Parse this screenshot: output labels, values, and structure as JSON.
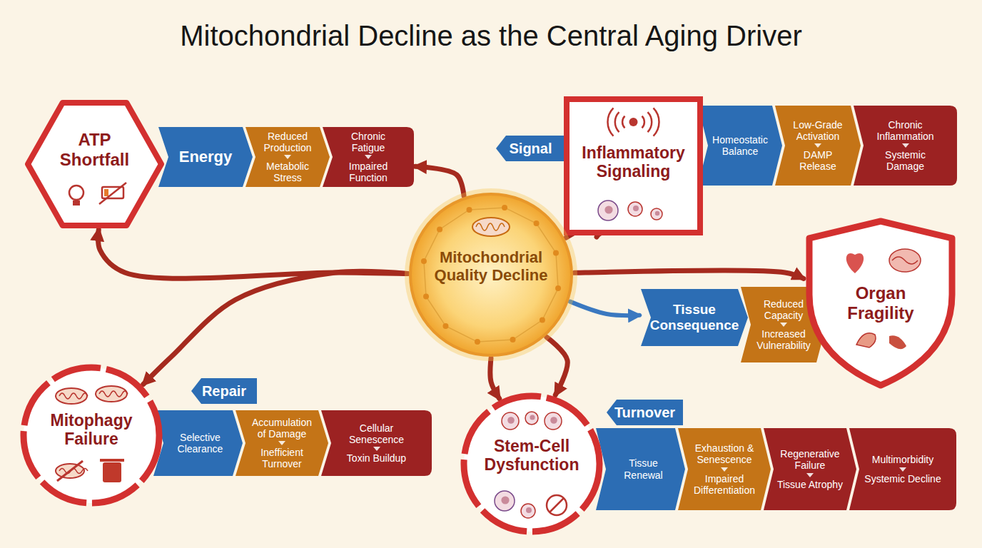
{
  "diagram": {
    "title": "Mitochondrial Decline as the Central Aging Driver",
    "nodes": [
      {
        "text": [
          "ATP Shortfall"
        ]
      },
      {
        "text": [
          "Energy"
        ]
      },
      {
        "text": [
          "Reduced Production",
          "Metabolic Stress"
        ]
      },
      {
        "text": [
          "Chronic Fatigue",
          "Impaired Function"
        ]
      },
      {
        "text": [
          "Signal"
        ]
      },
      {
        "text": [
          "Inflammatory Signaling"
        ]
      },
      {
        "text": [
          "Homeostatic Balance"
        ]
      },
      {
        "text": [
          "Low-Grade Activation",
          "DAMP Release"
        ]
      },
      {
        "text": [
          "Chronic Inflammation",
          "Systemic Damage"
        ]
      },
      {
        "text": [
          "Mitochondrial Quality Decline"
        ]
      },
      {
        "text": [
          "Tissue Consequence"
        ]
      },
      {
        "text": [
          "Reduced Capacity",
          "Increased Vulnerability"
        ]
      },
      {
        "text": [
          "Organ Fragility"
        ]
      },
      {
        "text": [
          "Repair"
        ]
      },
      {
        "text": [
          "Mitophagy Failure"
        ]
      },
      {
        "text": [
          "Selective Clearance"
        ]
      },
      {
        "text": [
          "Accumulation of Damage",
          "Inefficient Turnover"
        ]
      },
      {
        "text": [
          "Cellular Senescence",
          "Toxin Buildup"
        ]
      },
      {
        "text": [
          "Turnover"
        ]
      },
      {
        "text": [
          "Stem-Cell Dysfunction"
        ]
      },
      {
        "text": [
          "Tissue Renewal"
        ]
      },
      {
        "text": [
          "Exhaustion & Senescence",
          "Impaired Differentiation"
        ]
      },
      {
        "text": [
          "Regenerative Failure",
          "Tissue Atrophy"
        ]
      },
      {
        "text": [
          "Multimorbidity",
          "Systemic Decline"
        ]
      }
    ],
    "edges": [
      {
        "from": 9,
        "to": 0,
        "arrow": "to"
      },
      {
        "from": 9,
        "to": 3,
        "arrow": "to"
      },
      {
        "from": 9,
        "to": 5,
        "arrow": "to"
      },
      {
        "from": 9,
        "to": 12,
        "arrow": "to"
      },
      {
        "from": 9,
        "to": 10,
        "arrow": "to"
      },
      {
        "from": 9,
        "to": 14,
        "arrow": "to"
      },
      {
        "from": 9,
        "to": 19,
        "arrow": "to"
      },
      {
        "from": 9,
        "to": 19,
        "arrow": "to"
      }
    ]
  }
}
